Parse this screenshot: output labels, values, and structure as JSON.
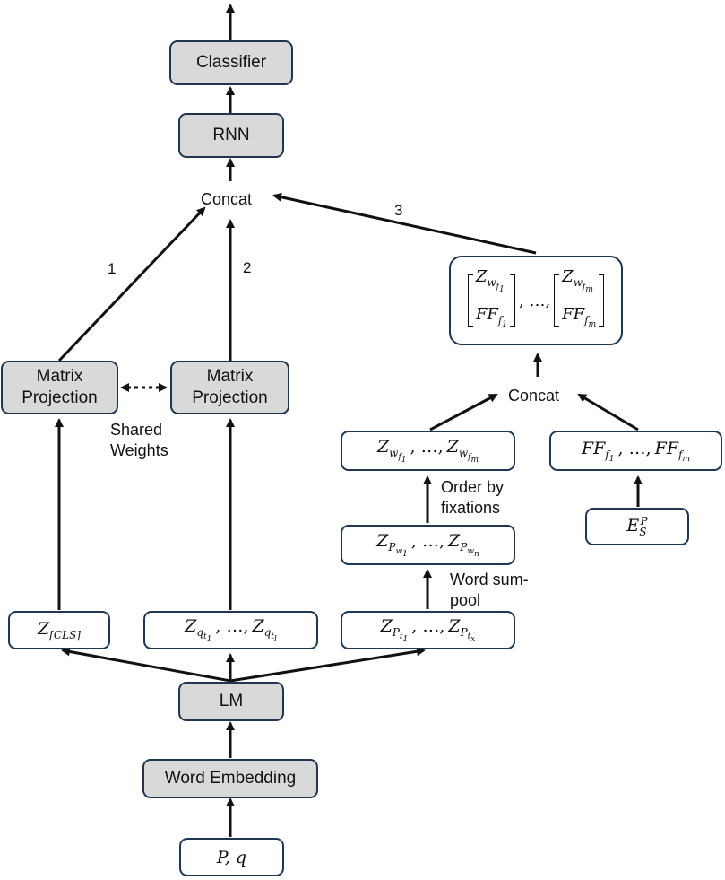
{
  "nodes": {
    "classifier": "Classifier",
    "rnn": "RNN",
    "concat_top": "Concat",
    "concat_mid": "Concat",
    "matrix_projection_left": "Matrix Projection",
    "matrix_projection_right": "Matrix Projection",
    "shared_weights": "Shared Weights",
    "lm": "LM",
    "word_embedding": "Word Embedding",
    "order_by_fixations": "Order by fixations",
    "word_sum_pool": "Word sum-pool"
  },
  "edge_labels": {
    "path1": "1",
    "path2": "2",
    "path3": "3"
  },
  "math": {
    "input": "P, q",
    "z_cls": "Z[CLS]",
    "z_q": "Zqt1, …, Zqtl",
    "z_p": "ZPt1, …, ZPtx",
    "z_pw": "ZPw1, …, ZPwn",
    "z_wf": "Zwf1, …, Zwfm",
    "ff": "FFf1, …, FFfm",
    "e_s_p": "ESP",
    "stacked": "[Zwf1; FFf1], …, [Zwfm; FFfm]"
  }
}
